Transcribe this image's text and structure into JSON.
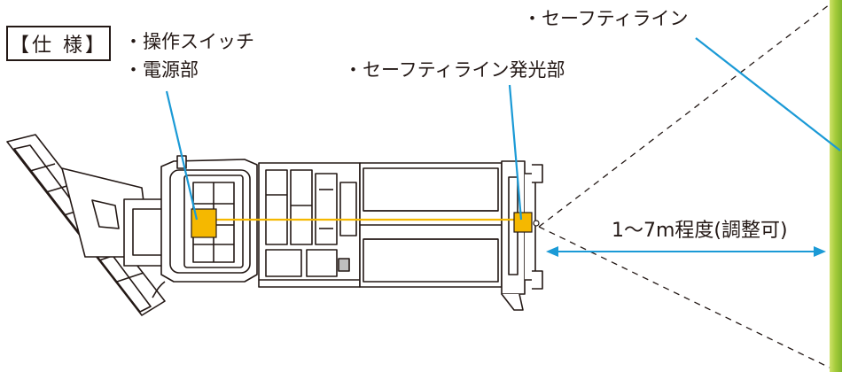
{
  "spec_label": "【仕 様】",
  "labels": {
    "switch": "・操作スイッチ",
    "power": "・電源部",
    "emitter": "・セーフティライン発光部",
    "safety_line": "・セーフティライン",
    "distance": "1〜7m程度(調整可)"
  },
  "colors": {
    "leader": "#1b9ad6",
    "component": "#f5b800",
    "beam": "#f5b800",
    "outline": "#231815",
    "accent_bar": "#9cc63b"
  }
}
